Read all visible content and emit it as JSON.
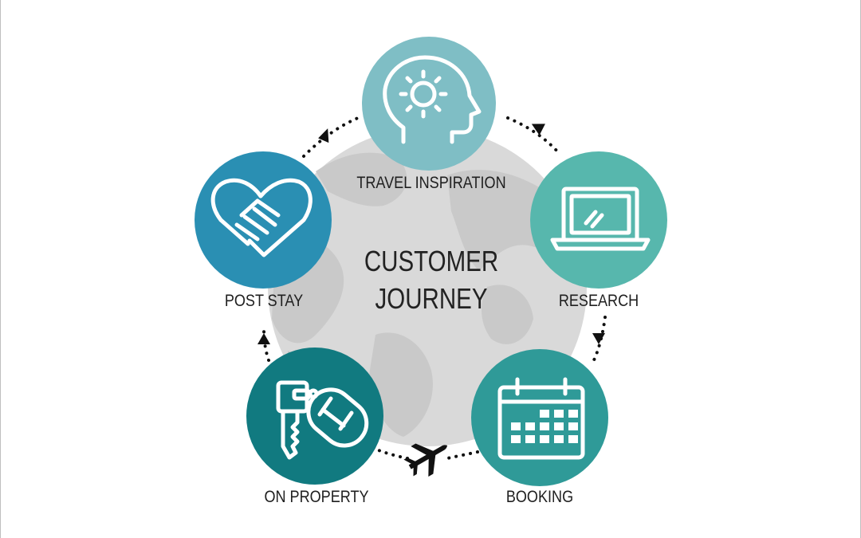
{
  "diagram": {
    "center_title_line1": "CUSTOMER",
    "center_title_line2": "JOURNEY",
    "stages": [
      {
        "key": "inspiration",
        "label": "TRAVEL INSPIRATION",
        "icon": "head-gear-icon",
        "color": "#7fbec5"
      },
      {
        "key": "research",
        "label": "RESEARCH",
        "icon": "laptop-icon",
        "color": "#57b7ad"
      },
      {
        "key": "booking",
        "label": "BOOKING",
        "icon": "calendar-icon",
        "color": "#2f9a98"
      },
      {
        "key": "on_property",
        "label": "ON PROPERTY",
        "icon": "hotel-key-icon",
        "color": "#117a80"
      },
      {
        "key": "post_stay",
        "label": "POST STAY",
        "icon": "handshake-heart-icon",
        "color": "#2a8fb3"
      }
    ],
    "globe_color": "#d9d9d9",
    "land_color": "#c9c9c9",
    "transition_icon": "airplane-icon"
  }
}
